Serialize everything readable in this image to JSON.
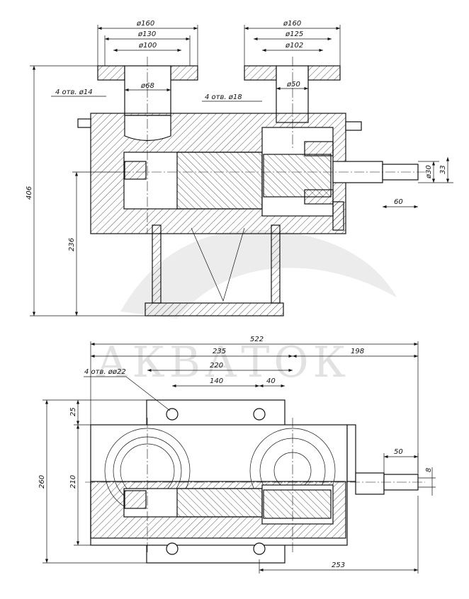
{
  "watermark": {
    "text": "АКВАТОК"
  },
  "top_view": {
    "flange_left": {
      "d_outer": "ø160",
      "d_mid": "ø130",
      "d_inner": "ø100",
      "d_bore": "ø68",
      "holes": "4 отв. ø14"
    },
    "flange_right": {
      "d_outer": "ø160",
      "d_mid": "ø125",
      "d_inner": "ø102",
      "d_bore": "ø50",
      "holes": "4 отв. ø18"
    },
    "shaft": {
      "d_shaft": "ø30",
      "key_height": "33",
      "length": "60"
    },
    "height_total": "406",
    "height_base": "236"
  },
  "bottom_view": {
    "length_total": "522",
    "length_left": "235",
    "length_right": "198",
    "hole_spacing": "220",
    "inner_140": "140",
    "inner_40": "40",
    "holes": "4 отв. øø22",
    "offset_25": "25",
    "width_total": "260",
    "width_inner": "210",
    "shaft_len": "50",
    "key_width": "8",
    "bottom_253": "253"
  }
}
